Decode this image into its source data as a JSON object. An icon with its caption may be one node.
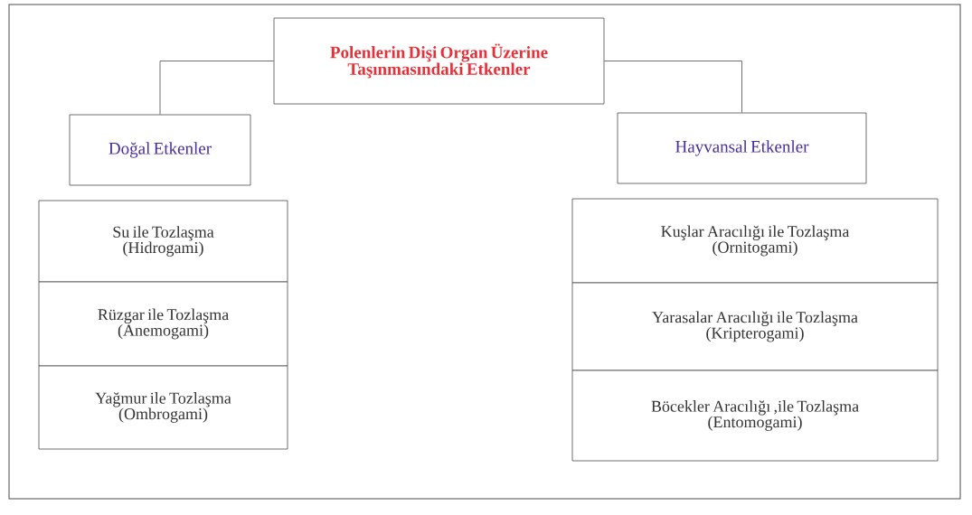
{
  "diagram": {
    "nodes": [
      {
        "text": [
          "Polenlerin Dişi Organ Üzerine Taşınmasındaki Etkenler"
        ]
      },
      {
        "text": [
          "Doğal Etkenler"
        ]
      },
      {
        "text": [
          "Hayvansal Etkenler"
        ]
      },
      {
        "text": [
          "Su ile Tozlaşma",
          "(Hidrogami)"
        ]
      },
      {
        "text": [
          "Rüzgar ile Tozlaşma",
          "(Anemogami)"
        ]
      },
      {
        "text": [
          "Yağmur ile Tozlaşma",
          "(Ombrogami)"
        ]
      },
      {
        "text": [
          "Kuşlar Aracılığı ile Tozlaşma",
          "(Ornitogami)"
        ]
      },
      {
        "text": [
          "Yarasalar Aracılığı ile Tozlaşma",
          "(Kripterogami)"
        ]
      },
      {
        "text": [
          "Böcekler Aracılığı ,ile Tozlaşma",
          "(Entomogami)"
        ]
      }
    ],
    "edges": [
      {
        "from": 0,
        "to": 1,
        "arrow": "none"
      },
      {
        "from": 0,
        "to": 2,
        "arrow": "none"
      }
    ]
  }
}
